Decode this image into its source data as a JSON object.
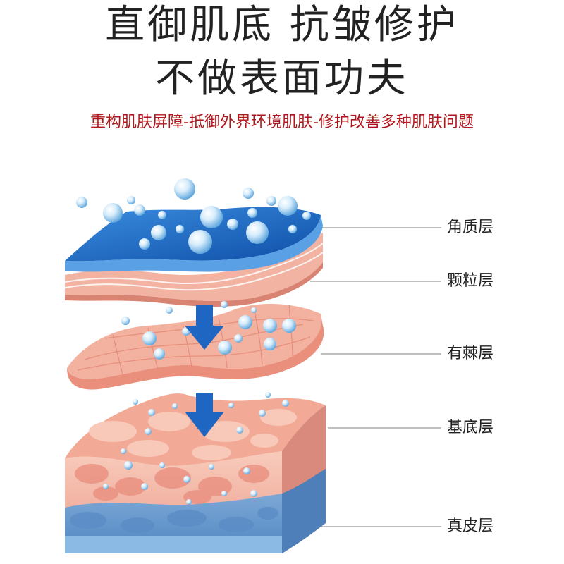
{
  "header": {
    "title_line1": "直御肌底  抗皱修护",
    "title_line2": "不做表面功夫",
    "subtitle": "重构肌肤屏障-抵御外界环境肌肤-修护改善多种肌肤问题"
  },
  "layers": [
    {
      "key": "stratum-corneum",
      "label": "角质层"
    },
    {
      "key": "stratum-granulosum",
      "label": "颗粒层"
    },
    {
      "key": "stratum-spinosum",
      "label": "有棘层"
    },
    {
      "key": "stratum-basale",
      "label": "基底层"
    },
    {
      "key": "dermis",
      "label": "真皮层"
    }
  ],
  "colors": {
    "title": "#222222",
    "subtitle": "#b0171c",
    "skin_pink": "#f4b9a6",
    "skin_dark": "#e58a7a",
    "water_blue": "#1f6fc8",
    "arrow_blue": "#1f66c2",
    "dermis_blue": "#7aa9d8",
    "leader_line": "#9a9a9a"
  },
  "icons": {
    "flow_arrows": "arrow-down-icon",
    "droplets": "water-bubble-icon"
  }
}
